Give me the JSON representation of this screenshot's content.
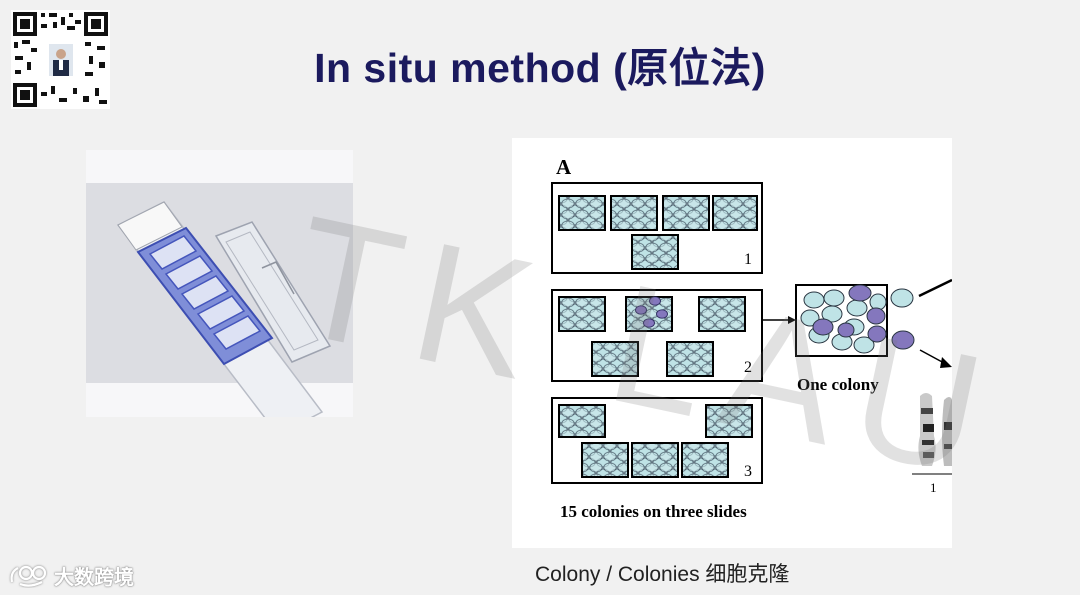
{
  "slide": {
    "title": "In situ method (原位法)",
    "caption": "Colony / Colonies 细胞克隆"
  },
  "figure": {
    "panel_label": "A",
    "slide_numbers": [
      "1",
      "2",
      "3"
    ],
    "colony_label": "One colony",
    "bottom_label": "15 colonies on three slides",
    "chromosome_number": "1"
  },
  "watermark": {
    "text": "TK LAU"
  },
  "footer": {
    "brand": "大数跨境"
  },
  "colors": {
    "title": "#1b1a5e",
    "cell_light": "#bfe3e6",
    "cell_purple": "#8477bd",
    "slide_chamber_blue": "#5667c5"
  }
}
